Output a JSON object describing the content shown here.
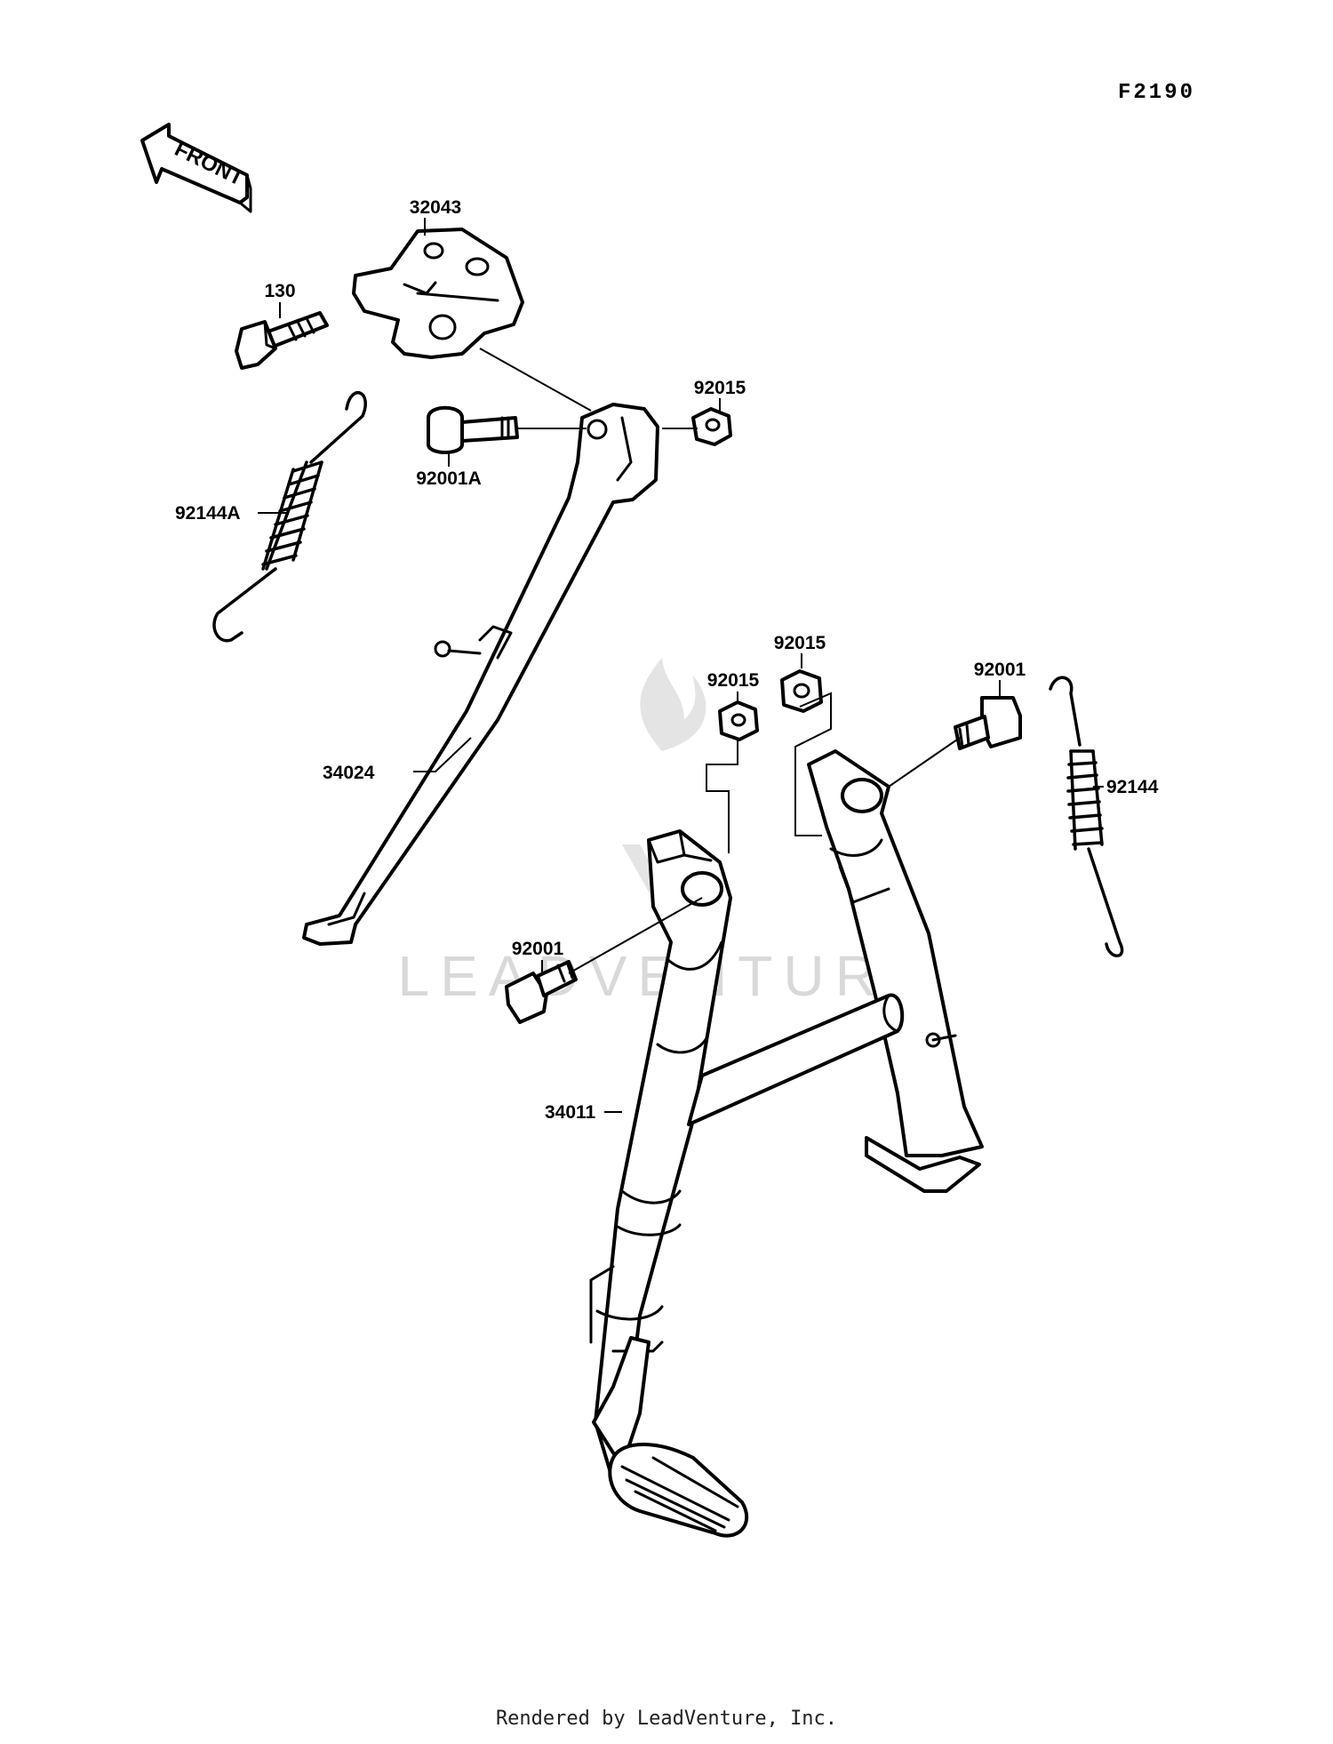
{
  "diagram_code": "F2190",
  "front_arrow_text": "FRONT",
  "watermark": "LEADVENTURE",
  "footer": "Rendered by LeadVenture, Inc.",
  "callouts": {
    "p32043": "32043",
    "p130": "130",
    "p92015_top": "92015",
    "p92001A": "92001A",
    "p92144A": "92144A",
    "p34024": "34024",
    "p92015_mid_right": "92015",
    "p92015_mid_left": "92015",
    "p92001_right": "92001",
    "p92144": "92144",
    "p92001_left": "92001",
    "p34011": "34011"
  }
}
